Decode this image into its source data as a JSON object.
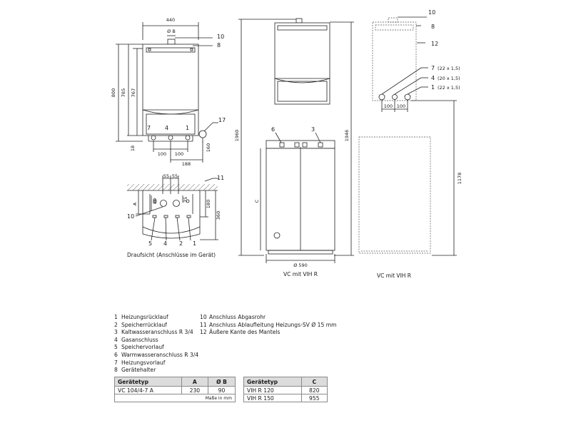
{
  "top_view": {
    "dims": {
      "width": "440",
      "flue_diameter": "Ø B",
      "height_800": "800",
      "height_785": "785",
      "height_767": "767",
      "bottom_18": "18",
      "pitch_left": "100",
      "pitch_right": "100",
      "offset_160": "160",
      "width_188": "188"
    },
    "connection_labels": {
      "c7": "7",
      "c4": "4",
      "c1": "1"
    },
    "callouts": {
      "c10": "10",
      "c8": "8",
      "c17": "17"
    }
  },
  "plan_view": {
    "dims": {
      "d55a": "55",
      "d55b": "55",
      "dA": "A",
      "d80": "80",
      "d75": "75",
      "d180": "180",
      "d360": "360"
    },
    "callouts": {
      "c11": "11",
      "c10": "10",
      "c5": "5",
      "c4": "4",
      "c2": "2",
      "c1": "1"
    },
    "caption": "Draufsicht (Anschlüsse im Gerät)"
  },
  "front_view": {
    "dims": {
      "h1960": "1960",
      "h1946": "1946",
      "dC": "C",
      "diameter": "Ø 590"
    },
    "callouts": {
      "c6": "6",
      "c3": "3"
    },
    "caption": "VC mit VIH R"
  },
  "side_view": {
    "callouts": {
      "c10": "10",
      "c8": "8",
      "c12": "12",
      "c7": "7",
      "c7_size": "(22 x 1,5)",
      "c4": "4",
      "c4_size": "(20 x 1,5)",
      "c1": "1",
      "c1_size": "(22 x 1,5)"
    },
    "dims": {
      "p1": "100",
      "p2": "100",
      "h1178": "1178"
    },
    "caption": "VC mit VIH R"
  },
  "legend_left": [
    {
      "n": "1",
      "text": "Heizungsrücklauf"
    },
    {
      "n": "2",
      "text": "Speicherrücklauf"
    },
    {
      "n": "3",
      "text": "Kaltwasseranschluss R 3/4"
    },
    {
      "n": "4",
      "text": "Gasanschluss"
    },
    {
      "n": "5",
      "text": "Speichervorlauf"
    },
    {
      "n": "6",
      "text": "Warmwasseranschluss R 3/4"
    },
    {
      "n": "7",
      "text": "Heizungsvorlauf"
    },
    {
      "n": "8",
      "text": "Gerätehalter"
    }
  ],
  "legend_right": [
    {
      "n": "10",
      "text": "Anschluss Abgasrohr"
    },
    {
      "n": "11",
      "text": "Anschluss Ablaufleitung Heizungs-SV Ø 15 mm"
    },
    {
      "n": "12",
      "text": "Äußere Kante des Mantels"
    }
  ],
  "table1": {
    "headers": [
      "Gerätetyp",
      "A",
      "Ø B"
    ],
    "rows": [
      [
        "VC 104/4-7 A",
        "230",
        "90"
      ]
    ],
    "note": "Maße in mm"
  },
  "table2": {
    "headers": [
      "Gerätetyp",
      "C"
    ],
    "rows": [
      [
        "VIH R 120",
        "820"
      ],
      [
        "VIH R 150",
        "955"
      ]
    ]
  }
}
